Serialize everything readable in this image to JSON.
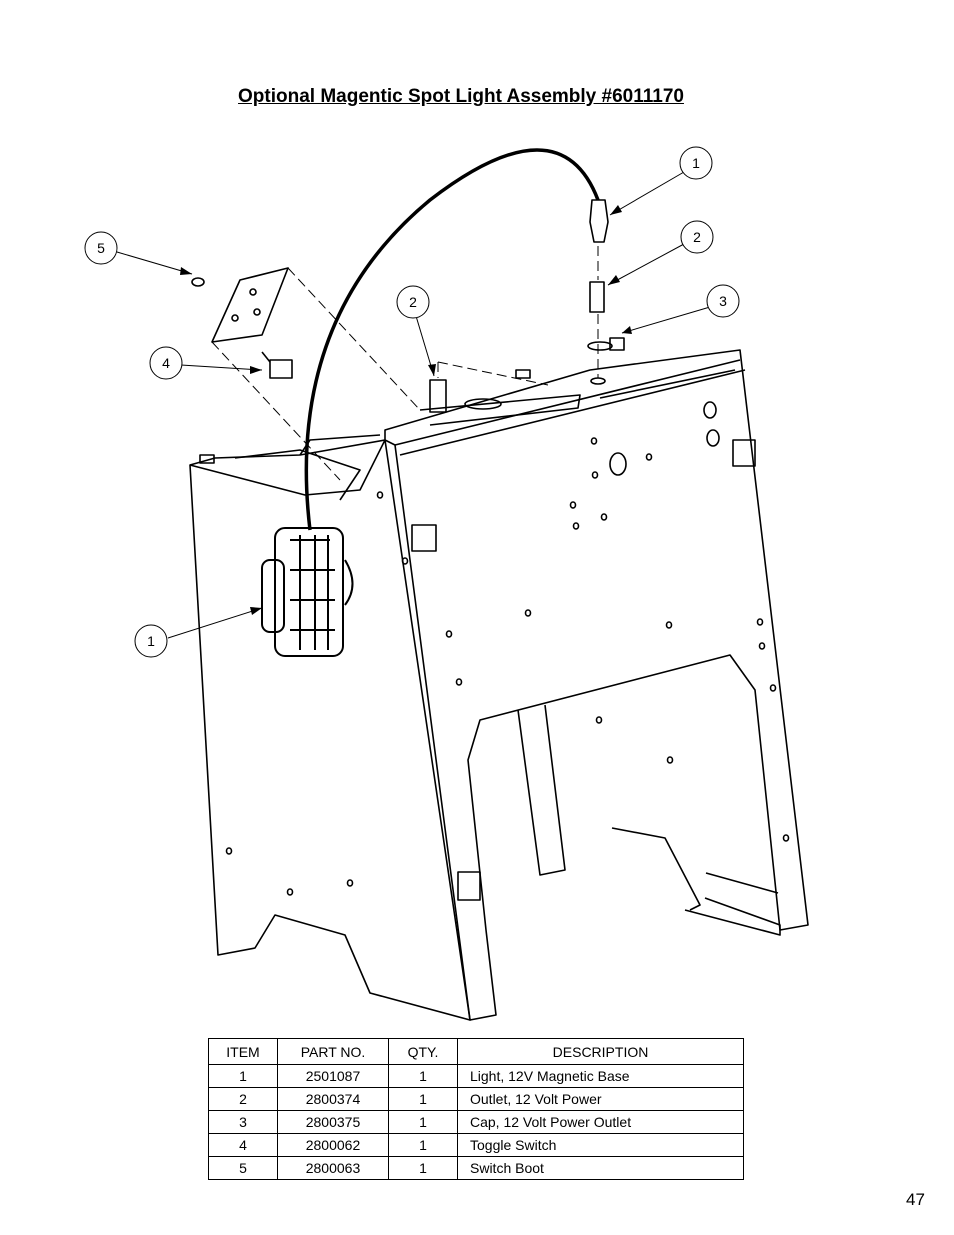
{
  "page": {
    "title": "Optional Magentic Spot Light Assembly #6011170",
    "page_number": "47"
  },
  "callouts": [
    "1",
    "2",
    "3",
    "2",
    "5",
    "4",
    "1"
  ],
  "table": {
    "headers": [
      "ITEM",
      "PART NO.",
      "QTY.",
      "DESCRIPTION"
    ],
    "rows": [
      [
        "1",
        "2501087",
        "1",
        "Light, 12V Magnetic Base"
      ],
      [
        "2",
        "2800374",
        "1",
        "Outlet, 12 Volt Power"
      ],
      [
        "3",
        "2800375",
        "1",
        "Cap, 12 Volt Power Outlet"
      ],
      [
        "4",
        "2800062",
        "1",
        "Toggle Switch"
      ],
      [
        "5",
        "2800063",
        "1",
        "Switch Boot"
      ]
    ]
  }
}
